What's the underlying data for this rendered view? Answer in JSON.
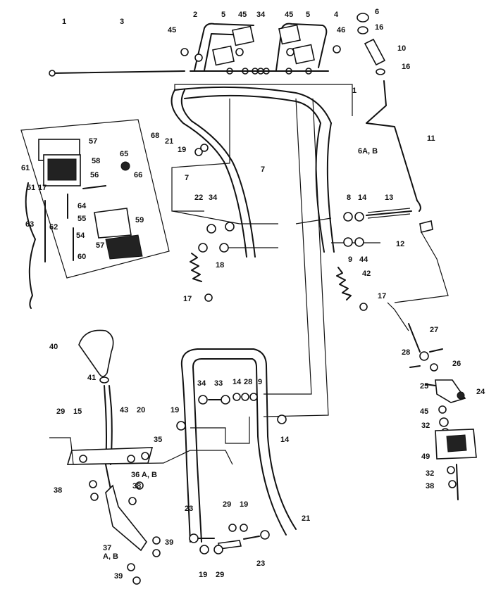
{
  "callouts": [
    {
      "id": "1a",
      "text": "1"
    },
    {
      "id": "3",
      "text": "3"
    },
    {
      "id": "45a",
      "text": "45"
    },
    {
      "id": "2",
      "text": "2"
    },
    {
      "id": "5a",
      "text": "5"
    },
    {
      "id": "45b",
      "text": "45"
    },
    {
      "id": "34a",
      "text": "34"
    },
    {
      "id": "45c",
      "text": "45"
    },
    {
      "id": "5b",
      "text": "5"
    },
    {
      "id": "4",
      "text": "4"
    },
    {
      "id": "46",
      "text": "46"
    },
    {
      "id": "6",
      "text": "6"
    },
    {
      "id": "16a",
      "text": "16"
    },
    {
      "id": "10",
      "text": "10"
    },
    {
      "id": "16b",
      "text": "16"
    },
    {
      "id": "1b",
      "text": "1"
    },
    {
      "id": "11",
      "text": "11"
    },
    {
      "id": "6AB",
      "text": "6A, B"
    },
    {
      "id": "7a",
      "text": "7"
    },
    {
      "id": "7b",
      "text": "7"
    },
    {
      "id": "8",
      "text": "8"
    },
    {
      "id": "14a",
      "text": "14"
    },
    {
      "id": "13",
      "text": "13"
    },
    {
      "id": "12",
      "text": "12"
    },
    {
      "id": "9a",
      "text": "9"
    },
    {
      "id": "44",
      "text": "44"
    },
    {
      "id": "42",
      "text": "42"
    },
    {
      "id": "17a",
      "text": "17"
    },
    {
      "id": "17b",
      "text": "17"
    },
    {
      "id": "18",
      "text": "18"
    },
    {
      "id": "22",
      "text": "22"
    },
    {
      "id": "34b",
      "text": "34"
    },
    {
      "id": "21a",
      "text": "21"
    },
    {
      "id": "19a",
      "text": "19"
    },
    {
      "id": "68",
      "text": "68"
    },
    {
      "id": "57a",
      "text": "57"
    },
    {
      "id": "58",
      "text": "58"
    },
    {
      "id": "65",
      "text": "65"
    },
    {
      "id": "66",
      "text": "66"
    },
    {
      "id": "56",
      "text": "56"
    },
    {
      "id": "61",
      "text": "61"
    },
    {
      "id": "51",
      "text": "51"
    },
    {
      "id": "17c",
      "text": "17"
    },
    {
      "id": "64",
      "text": "64"
    },
    {
      "id": "55",
      "text": "55"
    },
    {
      "id": "62",
      "text": "62"
    },
    {
      "id": "63",
      "text": "63"
    },
    {
      "id": "54",
      "text": "54"
    },
    {
      "id": "59",
      "text": "59"
    },
    {
      "id": "57b",
      "text": "57"
    },
    {
      "id": "60",
      "text": "60"
    },
    {
      "id": "40",
      "text": "40"
    },
    {
      "id": "41",
      "text": "41"
    },
    {
      "id": "34c",
      "text": "34"
    },
    {
      "id": "33",
      "text": "33"
    },
    {
      "id": "14b",
      "text": "14"
    },
    {
      "id": "28a",
      "text": "28"
    },
    {
      "id": "9b",
      "text": "9"
    },
    {
      "id": "19b",
      "text": "19"
    },
    {
      "id": "14c",
      "text": "14"
    },
    {
      "id": "29a",
      "text": "29"
    },
    {
      "id": "15",
      "text": "15"
    },
    {
      "id": "43",
      "text": "43"
    },
    {
      "id": "20",
      "text": "20"
    },
    {
      "id": "35",
      "text": "35"
    },
    {
      "id": "36AB",
      "text": "36 A, B"
    },
    {
      "id": "38a",
      "text": "38"
    },
    {
      "id": "38b",
      "text": "38"
    },
    {
      "id": "37AB",
      "text": "37\nA, B"
    },
    {
      "id": "39a",
      "text": "39"
    },
    {
      "id": "39b",
      "text": "39"
    },
    {
      "id": "23a",
      "text": "23"
    },
    {
      "id": "29b",
      "text": "29"
    },
    {
      "id": "19c",
      "text": "19"
    },
    {
      "id": "21b",
      "text": "21"
    },
    {
      "id": "19d",
      "text": "19"
    },
    {
      "id": "29c",
      "text": "29"
    },
    {
      "id": "23b",
      "text": "23"
    },
    {
      "id": "27",
      "text": "27"
    },
    {
      "id": "28b",
      "text": "28"
    },
    {
      "id": "26",
      "text": "26"
    },
    {
      "id": "25",
      "text": "25"
    },
    {
      "id": "24",
      "text": "24"
    },
    {
      "id": "45d",
      "text": "45"
    },
    {
      "id": "32a",
      "text": "32"
    },
    {
      "id": "49",
      "text": "49"
    },
    {
      "id": "32b",
      "text": "32"
    },
    {
      "id": "38c",
      "text": "38"
    }
  ]
}
